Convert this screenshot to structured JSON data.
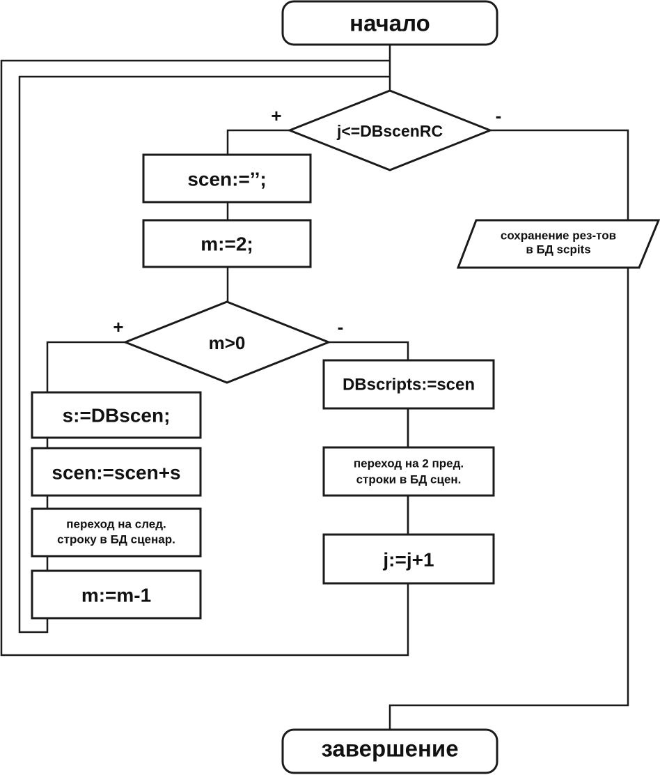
{
  "start": {
    "label": "начало"
  },
  "end": {
    "label": "завершение"
  },
  "decision_outer": {
    "label": "j<=DBscenRC",
    "yes": "+",
    "no": "-"
  },
  "decision_inner": {
    "label": "m>0",
    "yes": "+",
    "no": "-"
  },
  "process": {
    "scen_init": "scen:=’’;",
    "m_init": "m:=2;",
    "s_assign": "s:=DBscen;",
    "scen_concat": "scen:=scen+s",
    "next_row_line1": "переход на след.",
    "next_row_line2": "строку в БД сценар.",
    "m_dec": "m:=m-1",
    "dbscripts_assign": "DBscripts:=scen",
    "back2_line1": "переход на 2 пред.",
    "back2_line2": "строки в БД сцен.",
    "j_inc": "j:=j+1"
  },
  "output": {
    "line1": "сохранение рез-тов",
    "line2": "в БД scpits"
  }
}
